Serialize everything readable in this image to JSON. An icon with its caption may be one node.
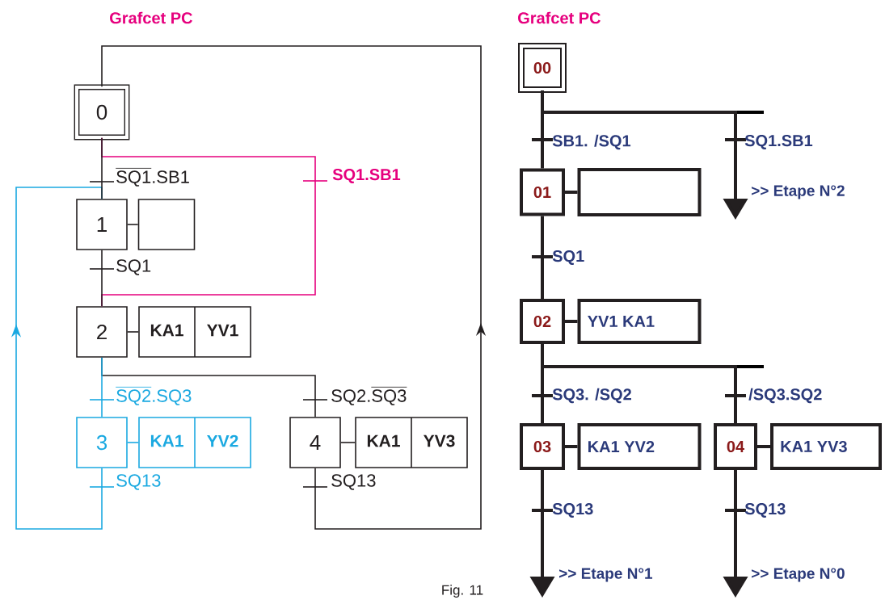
{
  "diagram": {
    "title": "Grafcet PC",
    "nodes": [
      {
        "text": [
          "0"
        ]
      },
      {
        "text": [
          "1"
        ]
      },
      {
        "text": [],
        "shape": "box"
      },
      {
        "text": [
          "2"
        ]
      },
      {
        "text": [
          "KA1",
          "YV1"
        ]
      },
      {
        "text": [
          "3"
        ]
      },
      {
        "text": [
          "KA1",
          "YV2"
        ]
      },
      {
        "text": [
          "4"
        ]
      },
      {
        "text": [
          "KA1",
          "YV3"
        ]
      },
      {
        "text": [
          "00"
        ]
      },
      {
        "text": [
          "01"
        ]
      },
      {
        "text": [],
        "shape": "box"
      },
      {
        "text": [
          "02"
        ]
      },
      {
        "text": [
          "YV1 KA1"
        ]
      },
      {
        "text": [
          "03"
        ]
      },
      {
        "text": [
          "KA1 YV2"
        ]
      },
      {
        "text": [
          "04"
        ]
      },
      {
        "text": [
          "KA1 YV3"
        ]
      },
      {
        "text": [
          ">> Etape N°2"
        ]
      },
      {
        "text": [
          ">> Etape N°1"
        ]
      },
      {
        "text": [
          ">> Etape N°0"
        ]
      }
    ],
    "edges": [
      {
        "from": 0,
        "to": 1,
        "arrow": "none",
        "label": "\\overline{\\text{SQ1}}\\text{.SB1}"
      },
      {
        "from": 1,
        "to": 3,
        "arrow": "none",
        "label": "SQ1"
      },
      {
        "from": 0,
        "to": 3,
        "arrow": "none",
        "label": "SQ1.SB1",
        "color": "#e6007e"
      },
      {
        "from": 3,
        "to": 5,
        "arrow": "none",
        "label": "\\overline{\\text{SQ2}}\\text{.SQ3}",
        "color": "#1ba9e1"
      },
      {
        "from": 3,
        "to": 7,
        "arrow": "none",
        "label": "\\text{SQ2.}\\overline{\\text{SQ3}}"
      },
      {
        "from": 5,
        "to": 1,
        "arrow": "to",
        "label": "SQ13",
        "color": "#1ba9e1"
      },
      {
        "from": 7,
        "to": 0,
        "arrow": "to",
        "label": "SQ13"
      },
      {
        "from": 1,
        "to": 2,
        "arrow": "none"
      },
      {
        "from": 3,
        "to": 4,
        "arrow": "none"
      },
      {
        "from": 5,
        "to": 6,
        "arrow": "none",
        "color": "#1ba9e1"
      },
      {
        "from": 7,
        "to": 8,
        "arrow": "none"
      },
      {
        "from": 9,
        "to": 10,
        "arrow": "none",
        "label": "SB1. /SQ1",
        "style": "thick"
      },
      {
        "from": 9,
        "to": 18,
        "arrow": "to",
        "label": "SQ1.SB1",
        "style": "thick"
      },
      {
        "from": 10,
        "to": 11,
        "arrow": "none",
        "style": "thick"
      },
      {
        "from": 10,
        "to": 12,
        "arrow": "none",
        "label": "SQ1",
        "style": "thick"
      },
      {
        "from": 12,
        "to": 13,
        "arrow": "none",
        "style": "thick"
      },
      {
        "from": 12,
        "to": 14,
        "arrow": "none",
        "label": "SQ3. /SQ2",
        "style": "thick"
      },
      {
        "from": 12,
        "to": 16,
        "arrow": "none",
        "label": "/SQ3.SQ2",
        "style": "thick"
      },
      {
        "from": 14,
        "to": 15,
        "arrow": "none",
        "style": "thick"
      },
      {
        "from": 16,
        "to": 17,
        "arrow": "none",
        "style": "thick"
      },
      {
        "from": 14,
        "to": 19,
        "arrow": "to",
        "label": "SQ13",
        "style": "thick"
      },
      {
        "from": 16,
        "to": 20,
        "arrow": "to",
        "label": "SQ13",
        "style": "thick"
      }
    ],
    "labels": [
      "Grafcet PC",
      "Fig. 11"
    ]
  }
}
